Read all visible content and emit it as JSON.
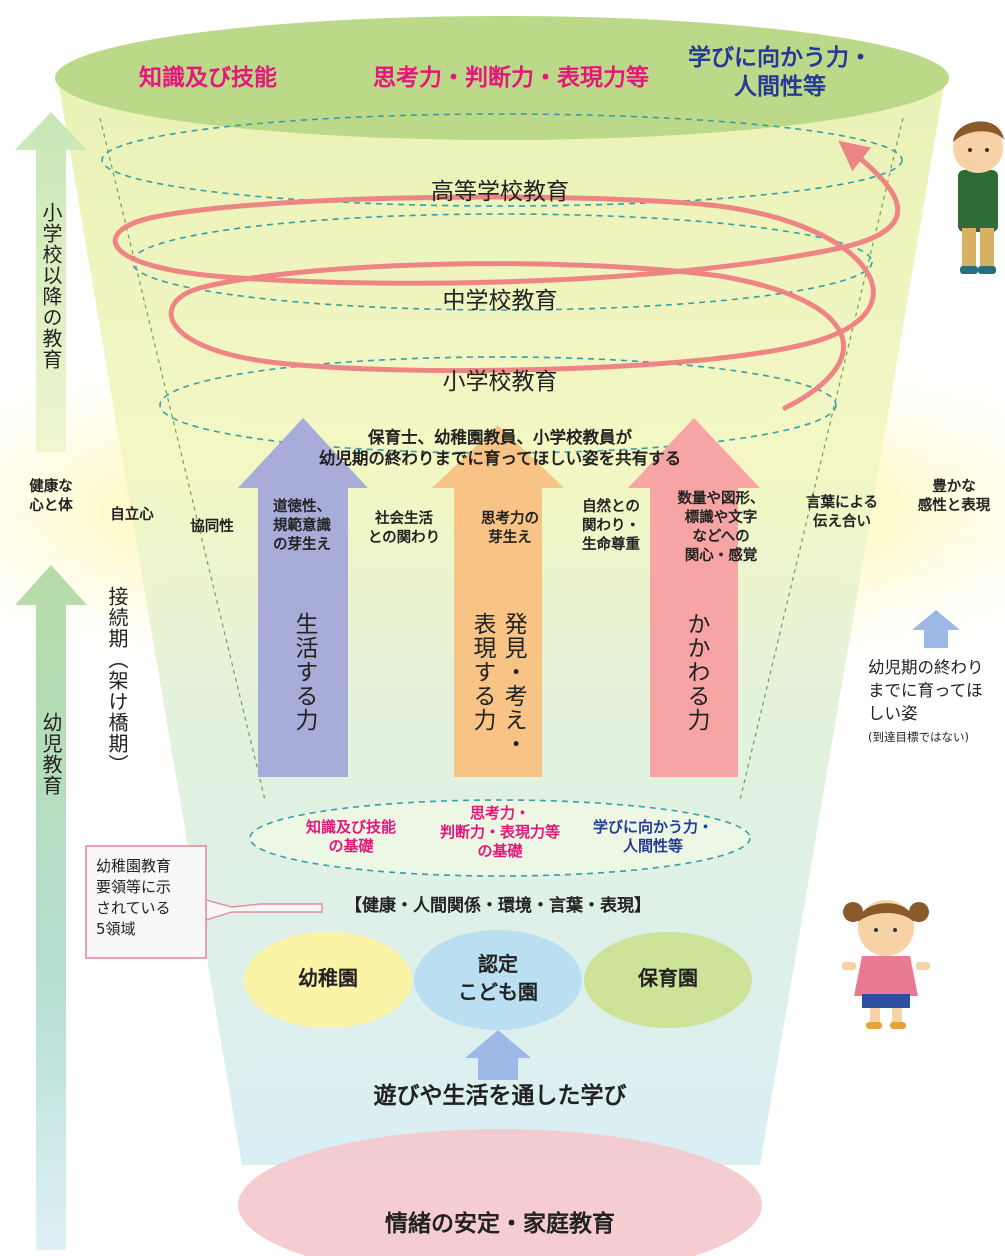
{
  "top": {
    "knowledge": "知識及び技能",
    "thinking": "思考力・判断力・表現力等",
    "learning_line1": "学びに向かう力・",
    "learning_line2": "人間性等"
  },
  "stages": {
    "high": "高等学校教育",
    "middle": "中学校教育",
    "elementary": "小学校教育"
  },
  "shared": {
    "line1": "保育士、幼稚園教員、小学校教員が",
    "line2": "幼児期の終わりまでに育ってほしい姿を共有する"
  },
  "abilities": [
    {
      "lines": [
        "健康な",
        "心と体"
      ]
    },
    {
      "lines": [
        "自立心"
      ]
    },
    {
      "lines": [
        "協同性"
      ]
    },
    {
      "lines": [
        "道徳性、",
        "規範意識",
        "の芽生え"
      ]
    },
    {
      "lines": [
        "社会生活",
        "との関わり"
      ]
    },
    {
      "lines": [
        "思考力の",
        "芽生え"
      ]
    },
    {
      "lines": [
        "自然との",
        "関わり・",
        "生命尊重"
      ]
    },
    {
      "lines": [
        "数量や図形、",
        "標識や文字",
        "などへの",
        "関心・感覚"
      ]
    },
    {
      "lines": [
        "言葉による",
        "伝え合い"
      ]
    },
    {
      "lines": [
        "豊かな",
        "感性と表現"
      ]
    }
  ],
  "arrows": {
    "living": "生活する力",
    "discover_line1": "発見・考え・",
    "discover_line2": "表現する力",
    "engage": "かかわる力"
  },
  "side": {
    "after_elementary": "小学校以降の教育",
    "connection": "接続期（架け橋期）",
    "early_childhood": "幼児教育"
  },
  "right_note": {
    "line1": "幼児期の終わり",
    "line2": "までに育ってほ",
    "line3": "しい姿",
    "small": "(到達目標ではない)"
  },
  "foundations": {
    "knowledge_line1": "知識及び技能",
    "knowledge_line2": "の基礎",
    "thinking_line1": "思考力・",
    "thinking_line2": "判断力・表現力等",
    "thinking_line3": "の基礎",
    "learning_line1": "学びに向かう力・",
    "learning_line2": "人間性等"
  },
  "callout": {
    "line1": "幼稚園教育",
    "line2": "要領等に示",
    "line3": "されている",
    "line4": "5領域"
  },
  "domains": "【健康・人間関係・環境・言葉・表現】",
  "institutions": {
    "kindergarten": "幼稚園",
    "certified_line1": "認定",
    "certified_line2": "こども園",
    "nursery": "保育園"
  },
  "play_learning": "遊びや生活を通した学び",
  "base": "情緒の安定・家庭教育",
  "colors": {
    "pink_text": "#e5177a",
    "navy_text": "#253a93",
    "spiral": "#ee8585",
    "arrow_purple": "#a8acd8",
    "arrow_orange": "#f8c485",
    "arrow_pink": "#f7a4a4"
  }
}
